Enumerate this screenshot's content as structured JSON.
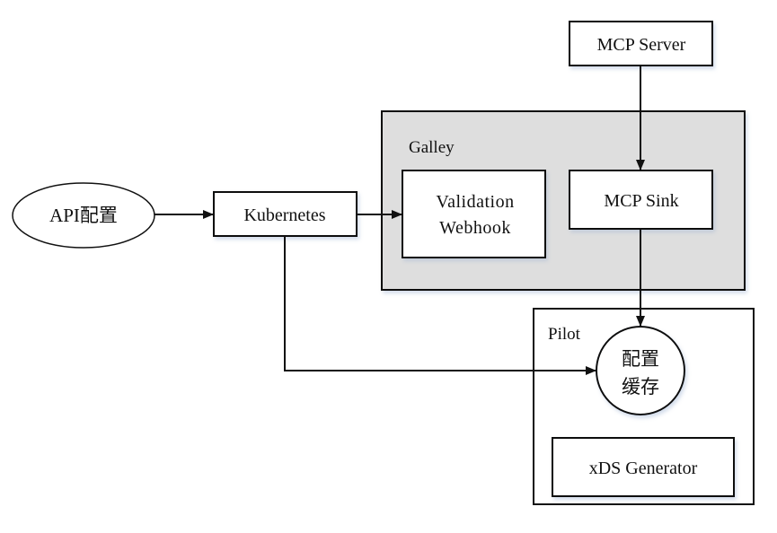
{
  "nodes": {
    "api_config": {
      "label": "API配置",
      "shape": "ellipse"
    },
    "kubernetes": {
      "label": "Kubernetes",
      "shape": "box"
    },
    "galley": {
      "label": "Galley",
      "shape": "group"
    },
    "validation_webhook": {
      "label_line1": "Validation",
      "label_line2": "Webhook",
      "shape": "box"
    },
    "mcp_server": {
      "label": "MCP Server",
      "shape": "box"
    },
    "mcp_sink": {
      "label": "MCP Sink",
      "shape": "box"
    },
    "pilot": {
      "label": "Pilot",
      "shape": "group"
    },
    "config_cache": {
      "label_line1": "配置",
      "label_line2": "缓存",
      "shape": "circle"
    },
    "xds_generator": {
      "label": "xDS Generator",
      "shape": "box"
    }
  },
  "edges": [
    {
      "from": "api_config",
      "to": "kubernetes"
    },
    {
      "from": "kubernetes",
      "to": "validation_webhook"
    },
    {
      "from": "kubernetes",
      "to": "config_cache"
    },
    {
      "from": "mcp_server",
      "to": "mcp_sink"
    },
    {
      "from": "mcp_sink",
      "to": "config_cache"
    }
  ],
  "colors": {
    "group_fill": "#dedede",
    "box_fill": "#ffffff",
    "stroke": "#111111"
  }
}
